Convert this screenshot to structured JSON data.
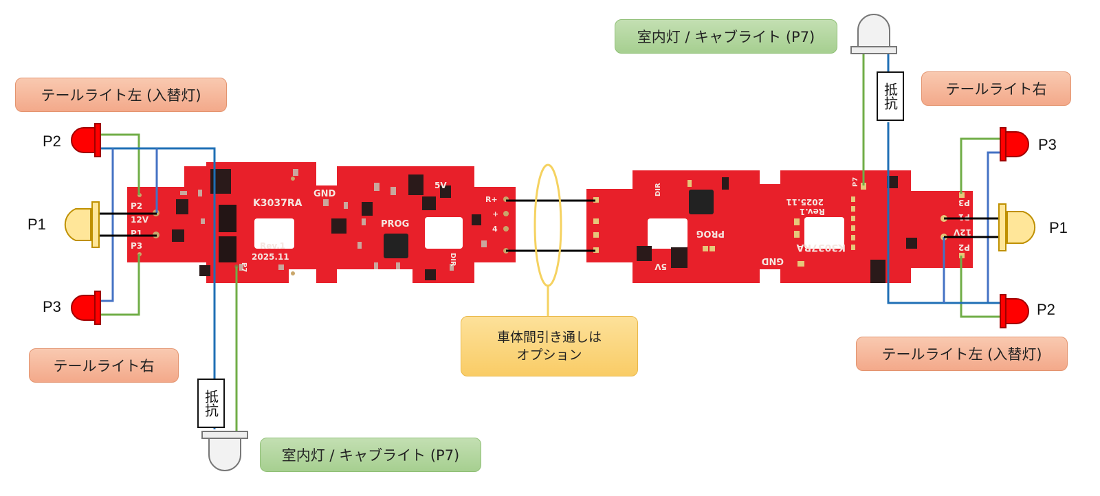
{
  "left_board": {
    "name": "K3037RA",
    "rev": "Rev.1",
    "date": "2025.11",
    "silk_gnd": "GND",
    "silk_5v": "5V",
    "silk_prog": "PROG",
    "silk_dir": "DIR",
    "silk_p7": "P7",
    "silk_pins": [
      "P2",
      "12V",
      "P1",
      "P3"
    ],
    "silk_r": [
      "R+",
      "+",
      "4"
    ]
  },
  "right_board": {
    "name": "K3037RA",
    "rev": "Rev.1",
    "date": "2025.11",
    "silk_gnd": "GND",
    "silk_5v": "5V",
    "silk_prog": "PROG",
    "silk_dir": "DIR",
    "silk_p7": "P7",
    "silk_pins": [
      "P3",
      "P1",
      "12V",
      "P2"
    ]
  },
  "labels": {
    "left_tail_left": "テールライト左 (入替灯)",
    "left_tail_right": "テールライト右",
    "left_interior": "室内灯 / キャブライト (P7)",
    "right_interior": "室内灯 / キャブライト (P7)",
    "right_tail_right": "テールライト右",
    "right_tail_left": "テールライト左 (入替灯)",
    "option_line1": "車体間引き通しは",
    "option_line2": "オプション"
  },
  "pins": {
    "left_p2": "P2",
    "left_p1": "P1",
    "left_p3": "P3",
    "right_p3": "P3",
    "right_p1": "P1",
    "right_p2": "P2"
  },
  "resistor": "抵抗",
  "colors": {
    "led_red": "#ff0000",
    "led_yellow": "#ffe699",
    "wire_green": "#70ad47",
    "wire_blue": "#4472c4",
    "wire_blue_dark": "#1f6fb5",
    "pcb_red": "#e8202a",
    "callout_orange": "#f4b183",
    "callout_green": "#a9d18e",
    "callout_yellow": "#ffd966"
  }
}
